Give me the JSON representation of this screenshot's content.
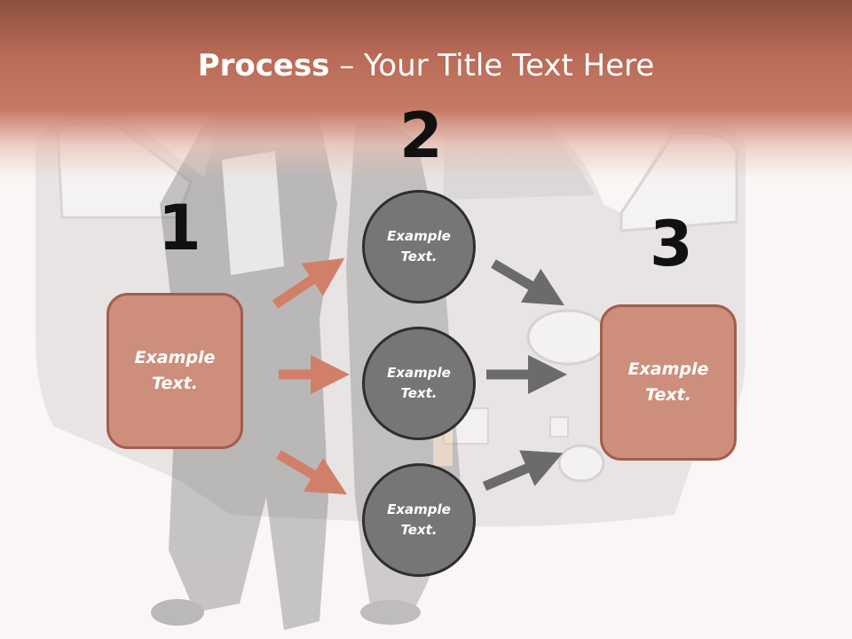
{
  "title": {
    "bold": "Process",
    "rest": " – Your Title Text Here"
  },
  "steps": {
    "one": {
      "number": "1",
      "label": "Example Text."
    },
    "two": {
      "number": "2"
    },
    "three": {
      "number": "3",
      "label": "Example Text."
    }
  },
  "circles": [
    {
      "label": "Example Text."
    },
    {
      "label": "Example Text."
    },
    {
      "label": "Example Text."
    }
  ],
  "colors": {
    "header": "#b86a56",
    "box_fill": "#cd8f7b",
    "box_border": "#a25d4c",
    "circle_fill": "#767676",
    "circle_border": "#2e2e2e",
    "arrow_salmon": "#d27f6a",
    "arrow_gray": "#6b6b6b"
  }
}
